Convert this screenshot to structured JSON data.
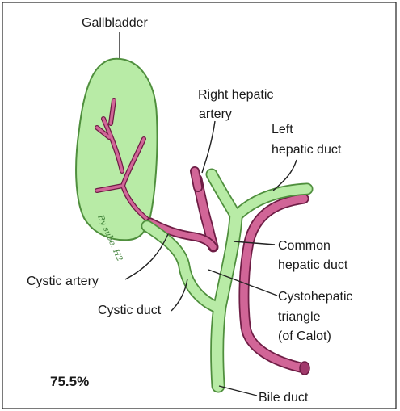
{
  "labels": {
    "gallbladder": "Gallbladder",
    "right_hepatic_artery_1": "Right hepatic",
    "right_hepatic_artery_2": "artery",
    "left_hepatic_duct_1": "Left",
    "left_hepatic_duct_2": "hepatic duct",
    "common_hepatic_duct_1": "Common",
    "common_hepatic_duct_2": "hepatic duct",
    "cystic_artery": "Cystic artery",
    "cystohepatic_triangle_1": "Cystohepatic",
    "cystohepatic_triangle_2": "triangle",
    "cystohepatic_triangle_3": "(of Calot)",
    "cystic_duct": "Cystic duct",
    "bile_duct": "Bile duct"
  },
  "percentage": "75.5%",
  "signature_text": "By sube. H2",
  "colors": {
    "duct_fill": "#b8eba6",
    "duct_outline": "#4f8f3d",
    "artery_fill": "#d16597",
    "artery_outline": "#6e1d45",
    "frame": "#222222"
  }
}
